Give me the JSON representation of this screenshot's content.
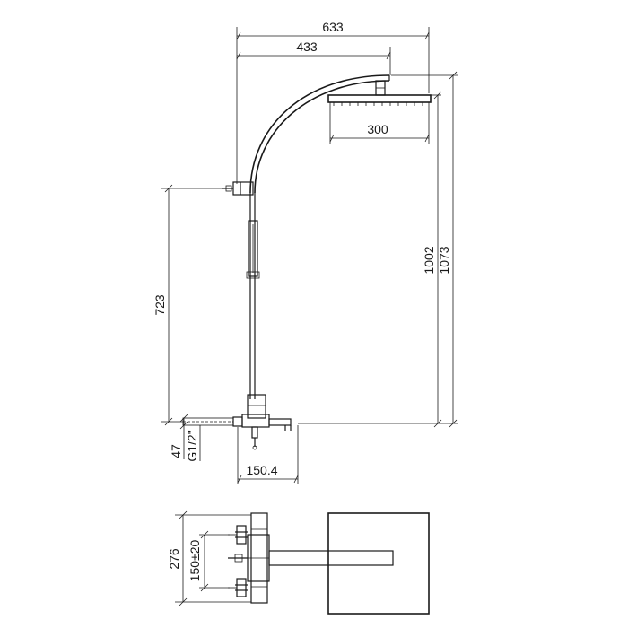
{
  "drawing": {
    "dimensions": {
      "overall_width": "633",
      "arm_reach": "433",
      "head_width": "300",
      "rail_height": "723",
      "head_height": "1002",
      "overall_height": "1073",
      "spout_height": "47",
      "inlet_thread": "G1/2\"",
      "spout_projection": "150.4",
      "plan_depth": "276",
      "inlet_centres": "150±20"
    },
    "colors": {
      "line": "#1a1a1a",
      "background": "#ffffff"
    }
  }
}
